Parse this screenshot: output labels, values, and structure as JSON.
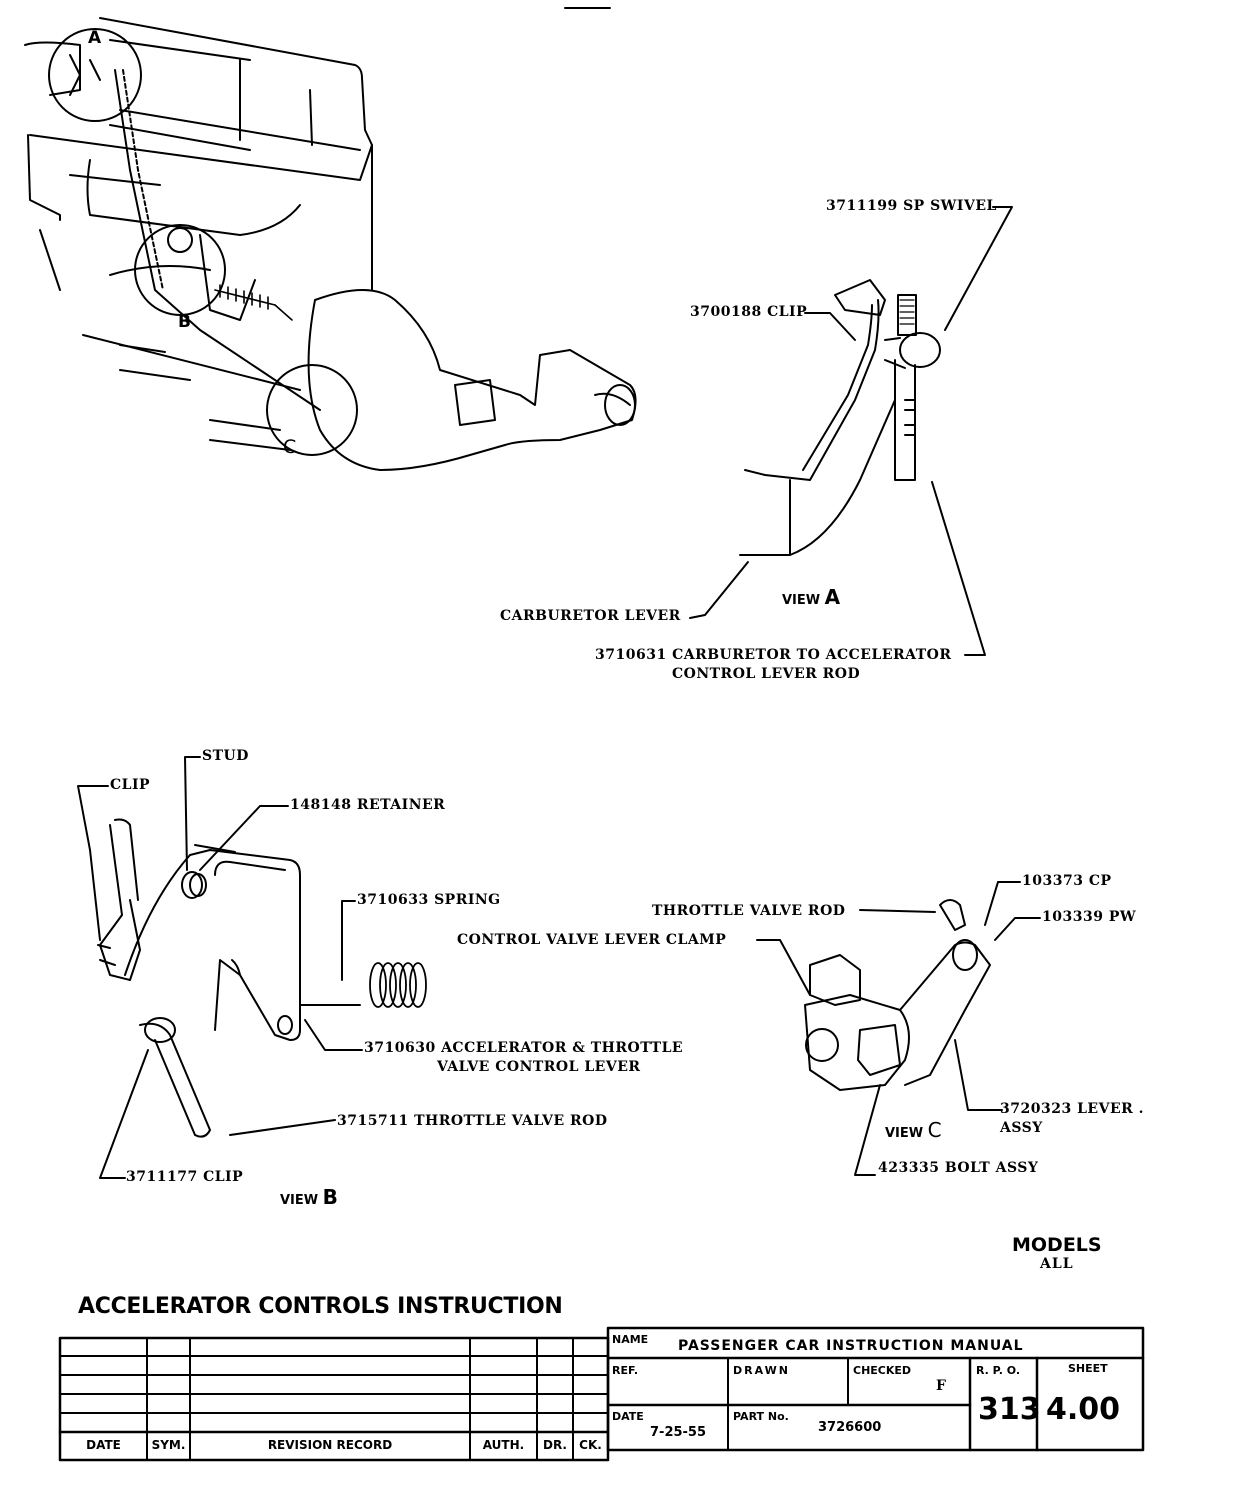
{
  "document": {
    "title": "ACCELERATOR CONTROLS INSTRUCTION",
    "models_label": "MODELS",
    "models_value": "ALL"
  },
  "overview": {
    "callouts": [
      "A",
      "B",
      "C"
    ]
  },
  "view_a": {
    "view_word": "VIEW",
    "view_letter": "A",
    "labels": {
      "swivel": "3711199 SP SWIVEL",
      "clip": "3700188 CLIP",
      "carb_lever": "CARBURETOR LEVER",
      "rod_line1": "3710631 CARBURETOR TO ACCELERATOR",
      "rod_line2": "CONTROL LEVER ROD"
    }
  },
  "view_b": {
    "view_word": "VIEW",
    "view_letter": "B",
    "labels": {
      "clip": "CLIP",
      "stud": "STUD",
      "retainer": "148148 RETAINER",
      "spring": "3710633 SPRING",
      "lever_line1": "3710630 ACCELERATOR & THROTTLE",
      "lever_line2": "VALVE CONTROL LEVER",
      "tv_rod": "3715711 THROTTLE VALVE ROD",
      "clip2": "3711177 CLIP"
    }
  },
  "view_c": {
    "view_word": "VIEW",
    "view_letter": "C",
    "labels": {
      "cp": "103373 CP",
      "tv_rod": "THROTTLE VALVE ROD",
      "pw": "103339 PW",
      "clamp": "CONTROL VALVE LEVER CLAMP",
      "lever_line1": "3720323 LEVER .",
      "lever_line2": "ASSY",
      "bolt": "423335 BOLT ASSY"
    }
  },
  "title_block": {
    "revision_headers": [
      "DATE",
      "SYM.",
      "REVISION RECORD",
      "AUTH.",
      "DR.",
      "CK."
    ],
    "name_label": "NAME",
    "name_value": "PASSENGER CAR INSTRUCTION MANUAL",
    "ref_label": "REF.",
    "drawn_label": "DRAWN",
    "checked_label": "CHECKED",
    "checked_value": "F",
    "rpo_label": "R. P. O.",
    "rpo_value": "313",
    "sheet_label": "SHEET",
    "sheet_value": "4.00",
    "date_label": "DATE",
    "date_value": "7-25-55",
    "part_label": "PART No.",
    "part_value": "3726600"
  }
}
